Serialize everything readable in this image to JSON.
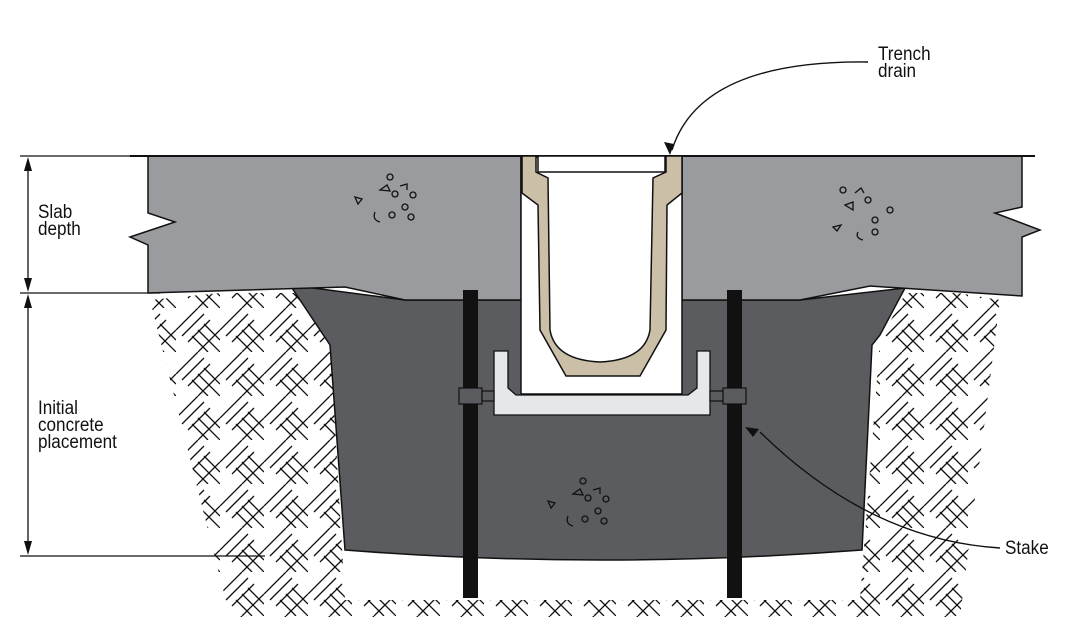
{
  "labels": {
    "trench_drain": "Trench\ndrain",
    "slab_depth": "Slab\ndepth",
    "initial_concrete": "Initial\nconcrete\nplacement",
    "stake": "Stake"
  },
  "colors": {
    "slab": "#9a9b9e",
    "initial_concrete": "#5b5c5f",
    "drain_body": "#cbbfa8",
    "bracket": "#e6e7e8",
    "stake": "#111111"
  }
}
